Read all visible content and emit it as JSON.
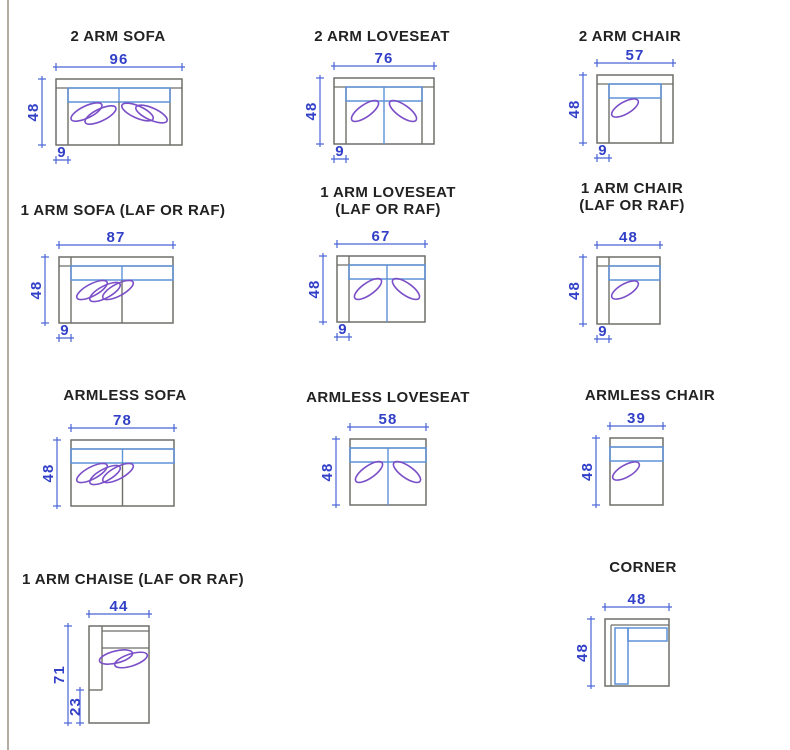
{
  "page": {
    "background": "#ffffff",
    "left_edge_line_color": "#b4aca1"
  },
  "colors": {
    "outline_gray": "#6e6e69",
    "cushion_blue": "#5e92d9",
    "pillow_purple": "#7b4fc7",
    "dimension_line": "#4a63d4",
    "dimension_text": "#3240c8",
    "title_text": "#222222"
  },
  "pieces": [
    {
      "id": "two-arm-sofa",
      "title_lines": [
        "2 ARM SOFA"
      ],
      "type": "two_arm",
      "seats": 2,
      "pillow_layout": "pair-per-seat",
      "divider": "blue-top-gray-bottom",
      "dims": {
        "width": "96",
        "depth": "48",
        "arm": "9"
      }
    },
    {
      "id": "two-arm-loveseat",
      "title_lines": [
        "2 ARM LOVESEAT"
      ],
      "type": "two_arm",
      "seats": 2,
      "pillow_layout": "one-per-seat",
      "divider": "blue-full",
      "dims": {
        "width": "76",
        "depth": "48",
        "arm": "9"
      }
    },
    {
      "id": "two-arm-chair",
      "title_lines": [
        "2 ARM CHAIR"
      ],
      "type": "two_arm",
      "seats": 1,
      "pillow_layout": "single",
      "divider": "none",
      "dims": {
        "width": "57",
        "depth": "48",
        "arm": "9"
      }
    },
    {
      "id": "one-arm-sofa",
      "title_lines": [
        "1 ARM SOFA (LAF OR RAF)"
      ],
      "type": "one_arm",
      "seats": 2,
      "pillow_layout": "row-of-three",
      "divider": "blue-top-gray-bottom",
      "dims": {
        "width": "87",
        "depth": "48",
        "arm": "9"
      }
    },
    {
      "id": "one-arm-loveseat",
      "title_lines": [
        "1 ARM LOVESEAT",
        "(LAF OR RAF)"
      ],
      "type": "one_arm",
      "seats": 2,
      "pillow_layout": "one-per-seat",
      "divider": "blue-full",
      "dims": {
        "width": "67",
        "depth": "48",
        "arm": "9"
      }
    },
    {
      "id": "one-arm-chair",
      "title_lines": [
        "1 ARM CHAIR",
        "(LAF OR RAF)"
      ],
      "type": "one_arm",
      "seats": 1,
      "pillow_layout": "single",
      "divider": "none",
      "dims": {
        "width": "48",
        "depth": "48",
        "arm": "9"
      }
    },
    {
      "id": "armless-sofa",
      "title_lines": [
        "ARMLESS SOFA"
      ],
      "type": "armless",
      "seats": 2,
      "pillow_layout": "row-of-three",
      "divider": "blue-top-gray-bottom",
      "dims": {
        "width": "78",
        "depth": "48"
      }
    },
    {
      "id": "armless-loveseat",
      "title_lines": [
        "ARMLESS LOVESEAT"
      ],
      "type": "armless",
      "seats": 2,
      "pillow_layout": "one-per-seat",
      "divider": "blue-full",
      "dims": {
        "width": "58",
        "depth": "48"
      }
    },
    {
      "id": "armless-chair",
      "title_lines": [
        "ARMLESS CHAIR"
      ],
      "type": "armless",
      "seats": 1,
      "pillow_layout": "single",
      "divider": "none",
      "dims": {
        "width": "39",
        "depth": "48"
      }
    },
    {
      "id": "one-arm-chaise",
      "title_lines": [
        "1 ARM CHAISE (LAF OR RAF)"
      ],
      "type": "chaise",
      "seats": 1,
      "pillow_layout": "pair-overlap",
      "divider": "none",
      "dims": {
        "width": "44",
        "depth": "71",
        "seat_depth": "23"
      }
    },
    {
      "id": "corner",
      "title_lines": [
        "CORNER"
      ],
      "type": "corner",
      "seats": 1,
      "pillow_layout": "none",
      "divider": "none",
      "dims": {
        "width": "48",
        "depth": "48"
      }
    }
  ]
}
